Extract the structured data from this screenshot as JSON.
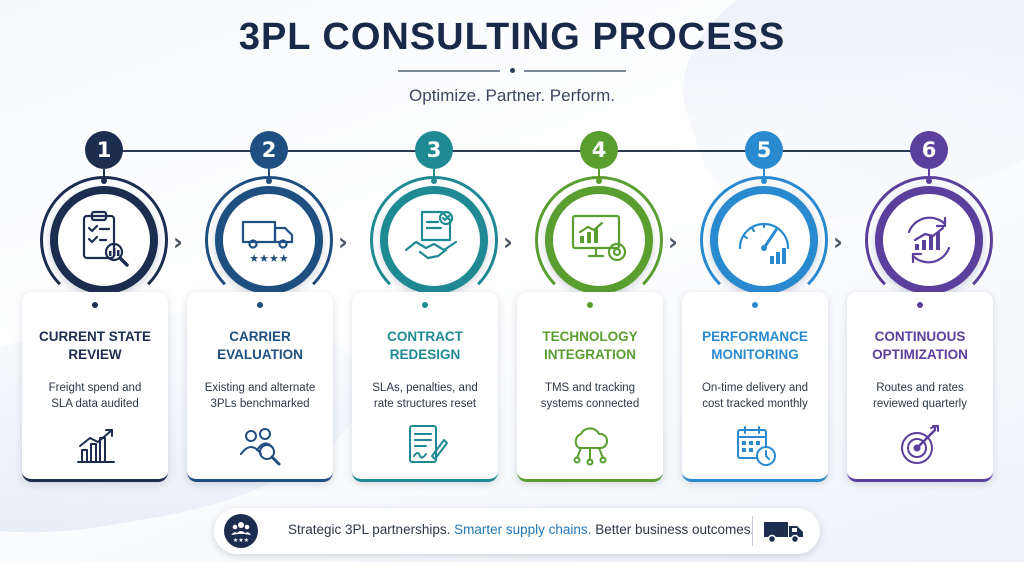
{
  "header": {
    "title": "3PL CONSULTING PROCESS",
    "subtitle": "Optimize. Partner. Perform."
  },
  "steps": [
    {
      "number": "1",
      "title_line1": "CURRENT STATE",
      "title_line2": "REVIEW",
      "desc_line1": "Freight spend and",
      "desc_line2": "SLA data audited",
      "color": "#1d2d4f",
      "icon": "clipboard-magnifier-icon",
      "card_icon": "bar-chart-growth-icon"
    },
    {
      "number": "2",
      "title_line1": "CARRIER",
      "title_line2": "EVALUATION",
      "desc_line1": "Existing and alternate",
      "desc_line2": "3PLs benchmarked",
      "color": "#1e4f80",
      "icon": "truck-rating-icon",
      "card_icon": "team-search-icon"
    },
    {
      "number": "3",
      "title_line1": "CONTRACT",
      "title_line2": "REDESIGN",
      "desc_line1": "SLAs, penalties, and",
      "desc_line2": "rate structures reset",
      "color": "#1f8a94",
      "icon": "handshake-document-icon",
      "card_icon": "signed-document-icon"
    },
    {
      "number": "4",
      "title_line1": "TECHNOLOGY",
      "title_line2": "INTEGRATION",
      "desc_line1": "TMS and tracking",
      "desc_line2": "systems connected",
      "color": "#5a9e2f",
      "icon": "monitor-gear-icon",
      "card_icon": "cloud-network-icon"
    },
    {
      "number": "5",
      "title_line1": "PERFORMANCE",
      "title_line2": "MONITORING",
      "desc_line1": "On-time delivery and",
      "desc_line2": "cost tracked monthly",
      "color": "#2a8ad0",
      "icon": "gauge-chart-icon",
      "card_icon": "calendar-clock-icon"
    },
    {
      "number": "6",
      "title_line1": "CONTINUOUS",
      "title_line2": "OPTIMIZATION",
      "desc_line1": "Routes and rates",
      "desc_line2": "reviewed quarterly",
      "color": "#5b3f9c",
      "icon": "cycle-chart-icon",
      "card_icon": "target-arrow-icon"
    }
  ],
  "banner": {
    "text_part1": "Strategic 3PL partnerships.",
    "text_highlight": "Smarter supply chains.",
    "text_part2": "Better business outcomes.",
    "left_icon": "team-rating-icon",
    "right_icon": "delivery-truck-icon",
    "highlight_color": "#1f77b4"
  }
}
